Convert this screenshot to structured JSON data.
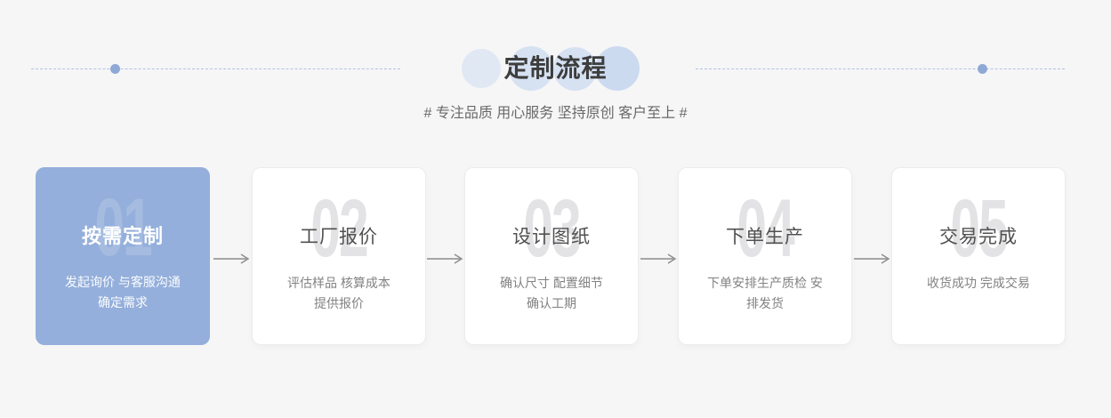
{
  "header": {
    "title": "定制流程",
    "subtitle": "# 专注品质 用心服务 坚持原创 客户至上 #"
  },
  "process": {
    "steps": [
      {
        "number": "01",
        "title": "按需定制",
        "lines": [
          "发起询价 与客服沟通",
          "确定需求"
        ],
        "highlighted": true
      },
      {
        "number": "02",
        "title": "工厂报价",
        "lines": [
          "评估样品 核算成本",
          "提供报价"
        ],
        "highlighted": false
      },
      {
        "number": "03",
        "title": "设计图纸",
        "lines": [
          "确认尺寸 配置细节",
          "确认工期"
        ],
        "highlighted": false
      },
      {
        "number": "04",
        "title": "下单生产",
        "lines": [
          "下单安排生产质检 安",
          "排发货"
        ],
        "highlighted": false
      },
      {
        "number": "05",
        "title": "交易完成",
        "lines": [
          "收货成功 完成交易"
        ],
        "highlighted": false
      }
    ]
  },
  "colors": {
    "accent_blue": "#94afdb",
    "decor_circle_light": "#d6e1f2",
    "decor_circle_dark": "#ccdaef",
    "dashed_line": "#b3c2de",
    "line_dot": "#8fa9d6",
    "ghost_number_gray": "#e3e3e5",
    "title_dark": "#3d3d3d",
    "subtitle_gray": "#696969",
    "card_title_gray": "#515151",
    "card_text_gray": "#828282",
    "arrow_gray": "#8c8c8c",
    "background": "#f6f6f7",
    "card_white": "#ffffff"
  }
}
